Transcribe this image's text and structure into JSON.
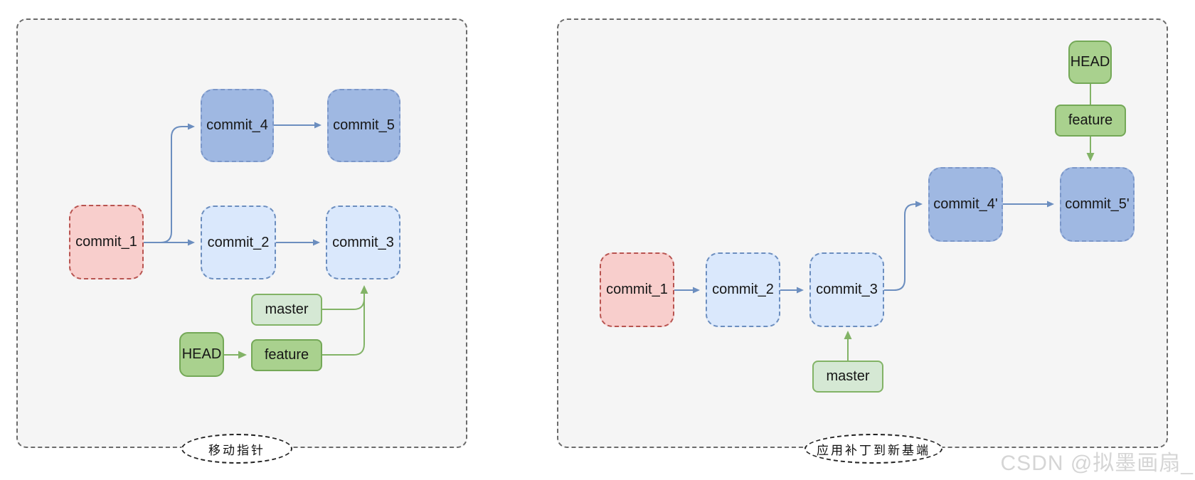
{
  "colors": {
    "panel_fill": "#f5f5f5",
    "commit_old_fill": "#f8cecc",
    "commit_old_border": "#b85450",
    "commit_light_fill": "#dae8fc",
    "commit_light_border": "#6c8ebf",
    "commit_dark_fill": "#9fb8e2",
    "commit_dark_border": "#7b97c9",
    "ref_light_fill": "#d5e8d4",
    "ref_dark_fill": "#a9d18e",
    "ref_border": "#82b366",
    "arrow_blue": "#6c8ebf",
    "arrow_green": "#82b366"
  },
  "left_panel": {
    "caption": "移动指针",
    "nodes": {
      "commit_1": "commit_1",
      "commit_2": "commit_2",
      "commit_3": "commit_3",
      "commit_4": "commit_4",
      "commit_5": "commit_5",
      "head": "HEAD",
      "feature": "feature",
      "master": "master"
    }
  },
  "right_panel": {
    "caption": "应用补丁到新基端",
    "nodes": {
      "commit_1": "commit_1",
      "commit_2": "commit_2",
      "commit_3": "commit_3",
      "commit_4": "commit_4'",
      "commit_5": "commit_5'",
      "head": "HEAD",
      "feature": "feature",
      "master": "master"
    }
  },
  "watermark": "CSDN @拟墨画扇_"
}
